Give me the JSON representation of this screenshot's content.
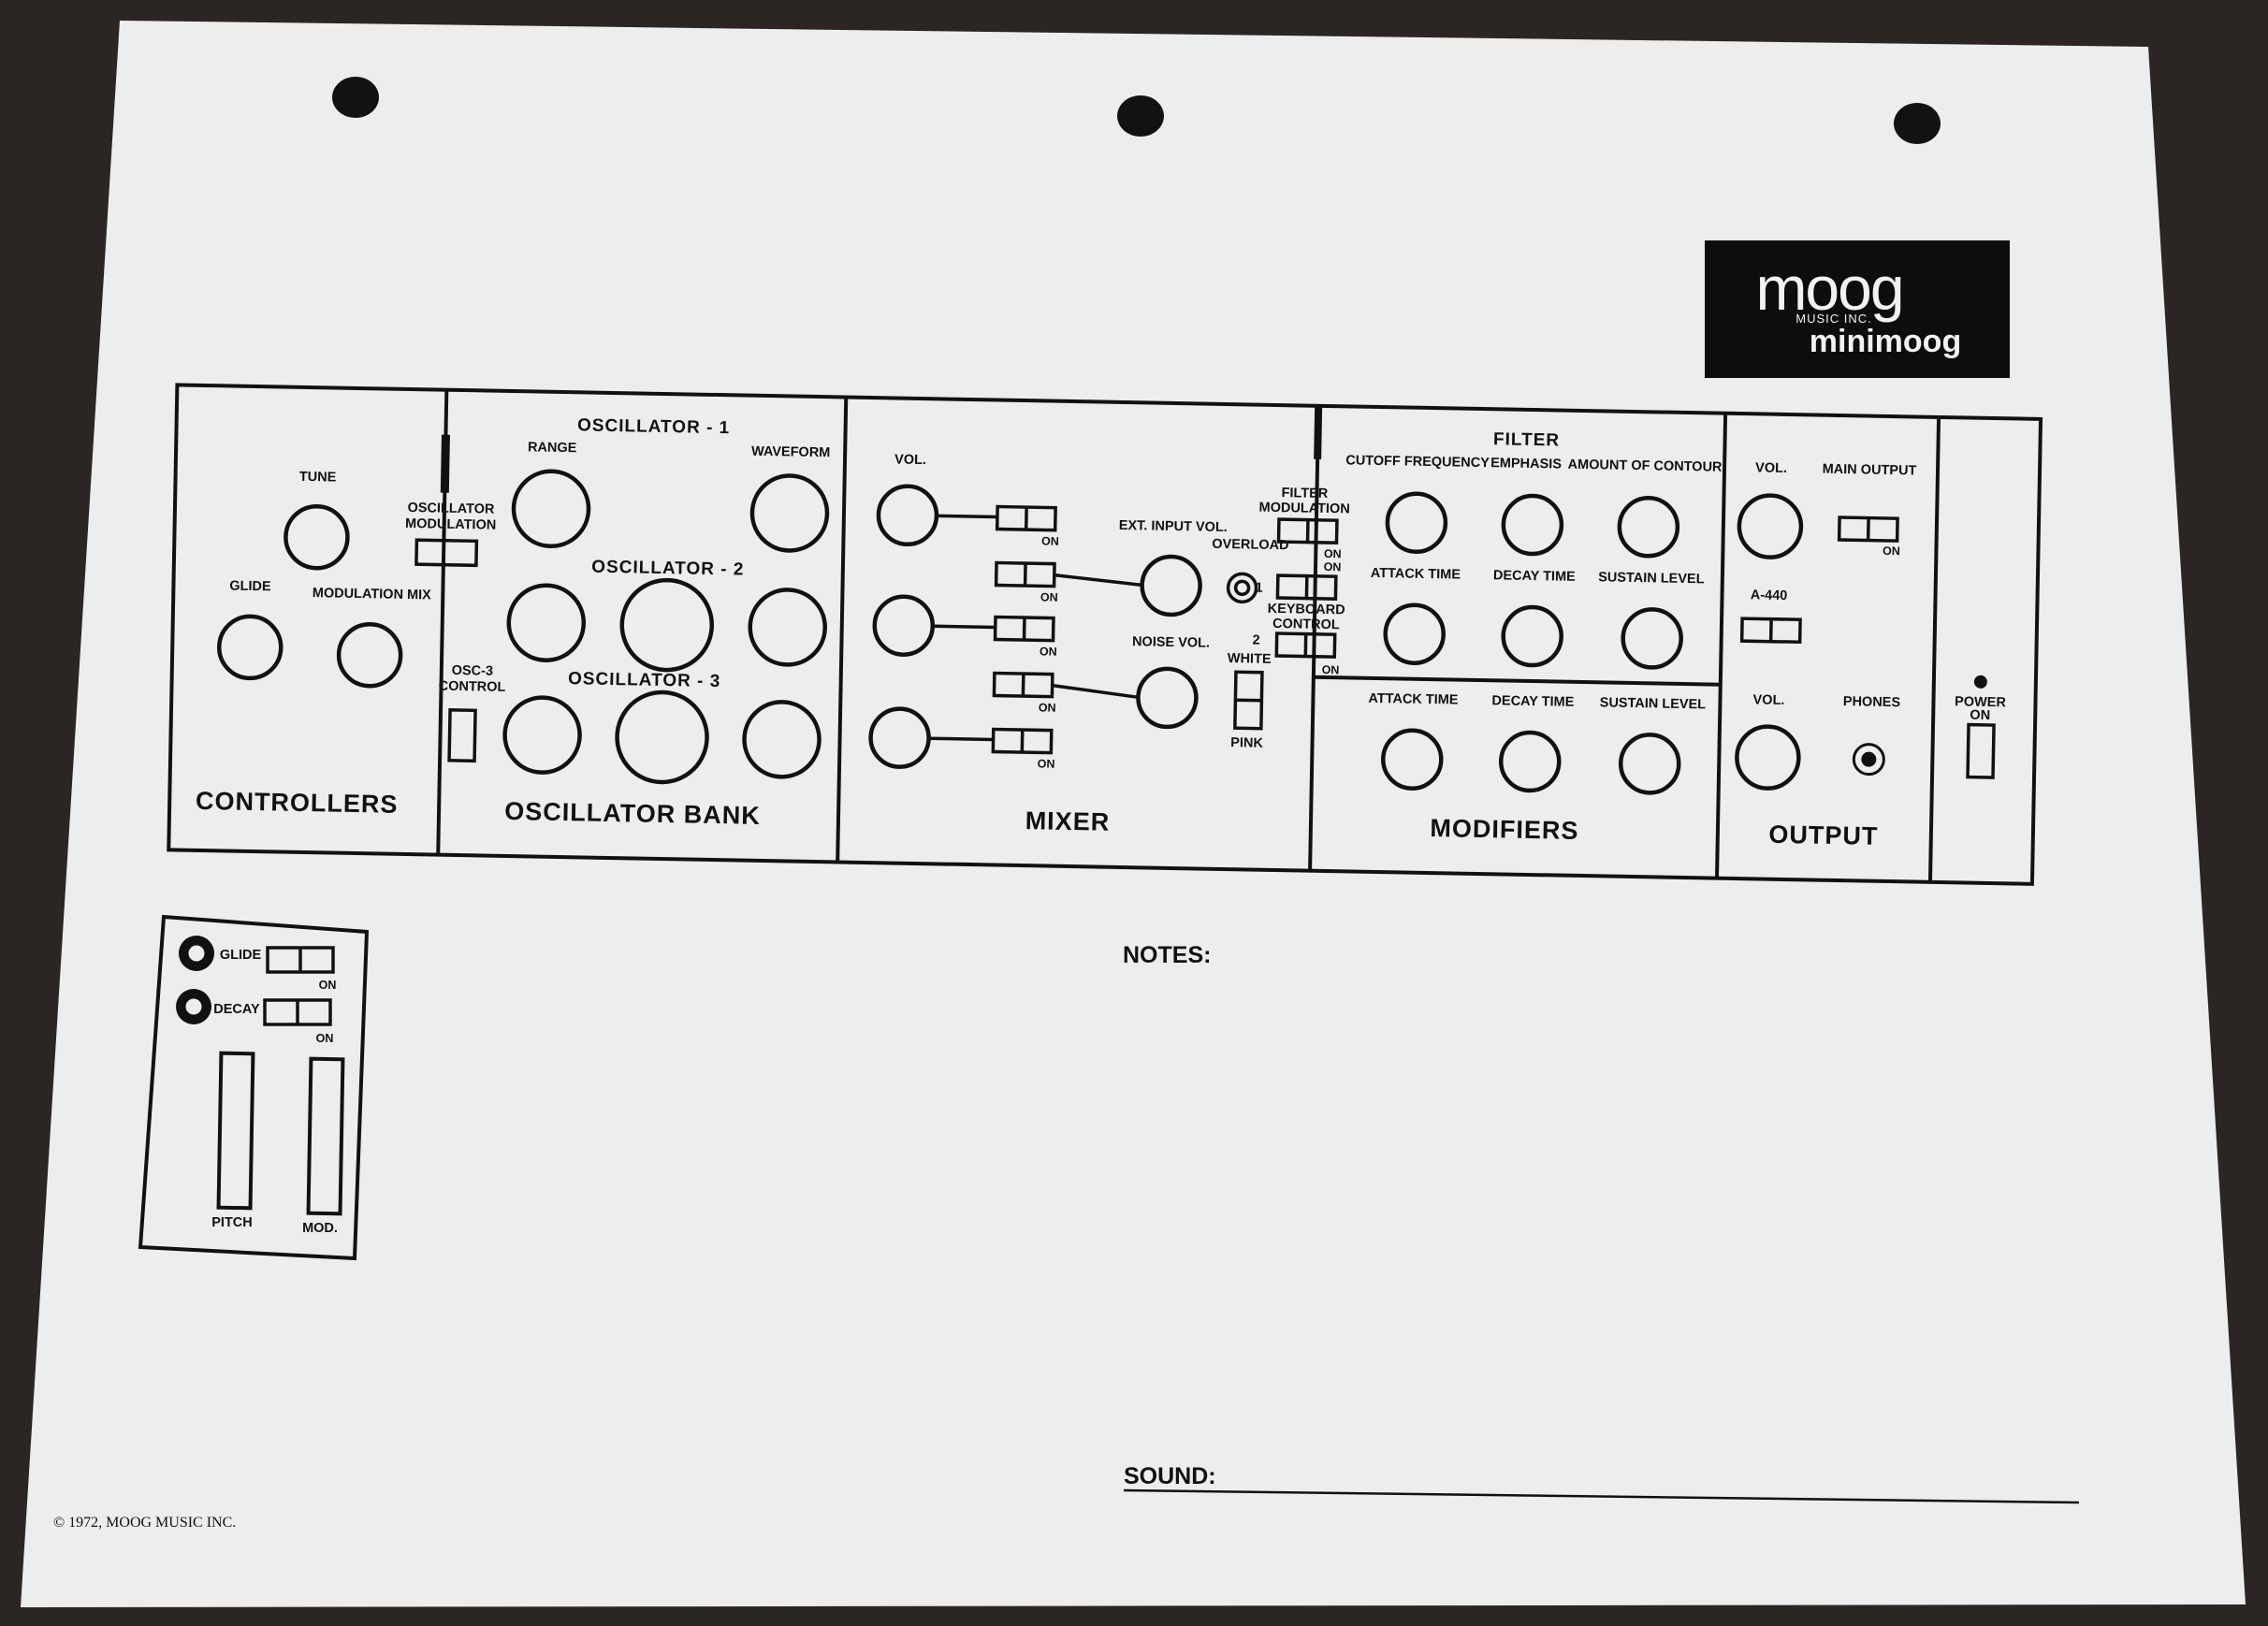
{
  "brand": {
    "logo_text": "moog",
    "company": "MUSIC INC.",
    "product": "minimoog",
    "logo_bg": "#0d0d0d"
  },
  "colors": {
    "paper": "#ecedee",
    "ink": "#111111",
    "background": "#2b2624"
  },
  "panel": {
    "controllers": {
      "title": "CONTROLLERS",
      "tune": "TUNE",
      "oscillator_modulation": [
        "OSCILLATOR",
        "MODULATION"
      ],
      "glide": "GLIDE",
      "modulation_mix": "MODULATION MIX"
    },
    "oscillator_bank": {
      "title": "OSCILLATOR BANK",
      "osc1": "OSCILLATOR - 1",
      "osc2": "OSCILLATOR - 2",
      "osc3": "OSCILLATOR - 3",
      "range": "RANGE",
      "waveform": "WAVEFORM",
      "osc3_control": [
        "OSC-3",
        "CONTROL"
      ]
    },
    "mixer": {
      "title": "MIXER",
      "vol": "VOL.",
      "ext_input_vol": "EXT. INPUT VOL.",
      "noise_vol": "NOISE VOL.",
      "overload": "OVERLOAD",
      "white": "WHITE",
      "pink": "PINK",
      "on": "ON",
      "num1": "1",
      "num2": "2"
    },
    "modifiers": {
      "title": "MODIFIERS",
      "filter": "FILTER",
      "filter_modulation": [
        "FILTER",
        "MODULATION"
      ],
      "keyboard_control": [
        "KEYBOARD",
        "CONTROL"
      ],
      "cutoff_frequency": "CUTOFF FREQUENCY",
      "emphasis": "EMPHASIS",
      "amount_of_contour": "AMOUNT OF CONTOUR",
      "filter_attack": "ATTACK TIME",
      "filter_decay": "DECAY TIME",
      "filter_sustain": "SUSTAIN LEVEL",
      "loud_attack": "ATTACK TIME",
      "loud_decay": "DECAY TIME",
      "loud_sustain": "SUSTAIN LEVEL"
    },
    "output": {
      "title": "OUTPUT",
      "vol": "VOL.",
      "main_output": "MAIN OUTPUT",
      "a440": "A-440",
      "vol2": "VOL.",
      "phones": "PHONES",
      "on": "ON"
    },
    "power": {
      "label": "POWER",
      "on": "ON"
    }
  },
  "left_hand": {
    "glide": "GLIDE",
    "decay": "DECAY",
    "on": "ON",
    "pitch": "PITCH",
    "mod": "MOD."
  },
  "notes_label": "NOTES:",
  "sound_label": "SOUND:",
  "copyright": "© 1972, MOOG MUSIC INC."
}
